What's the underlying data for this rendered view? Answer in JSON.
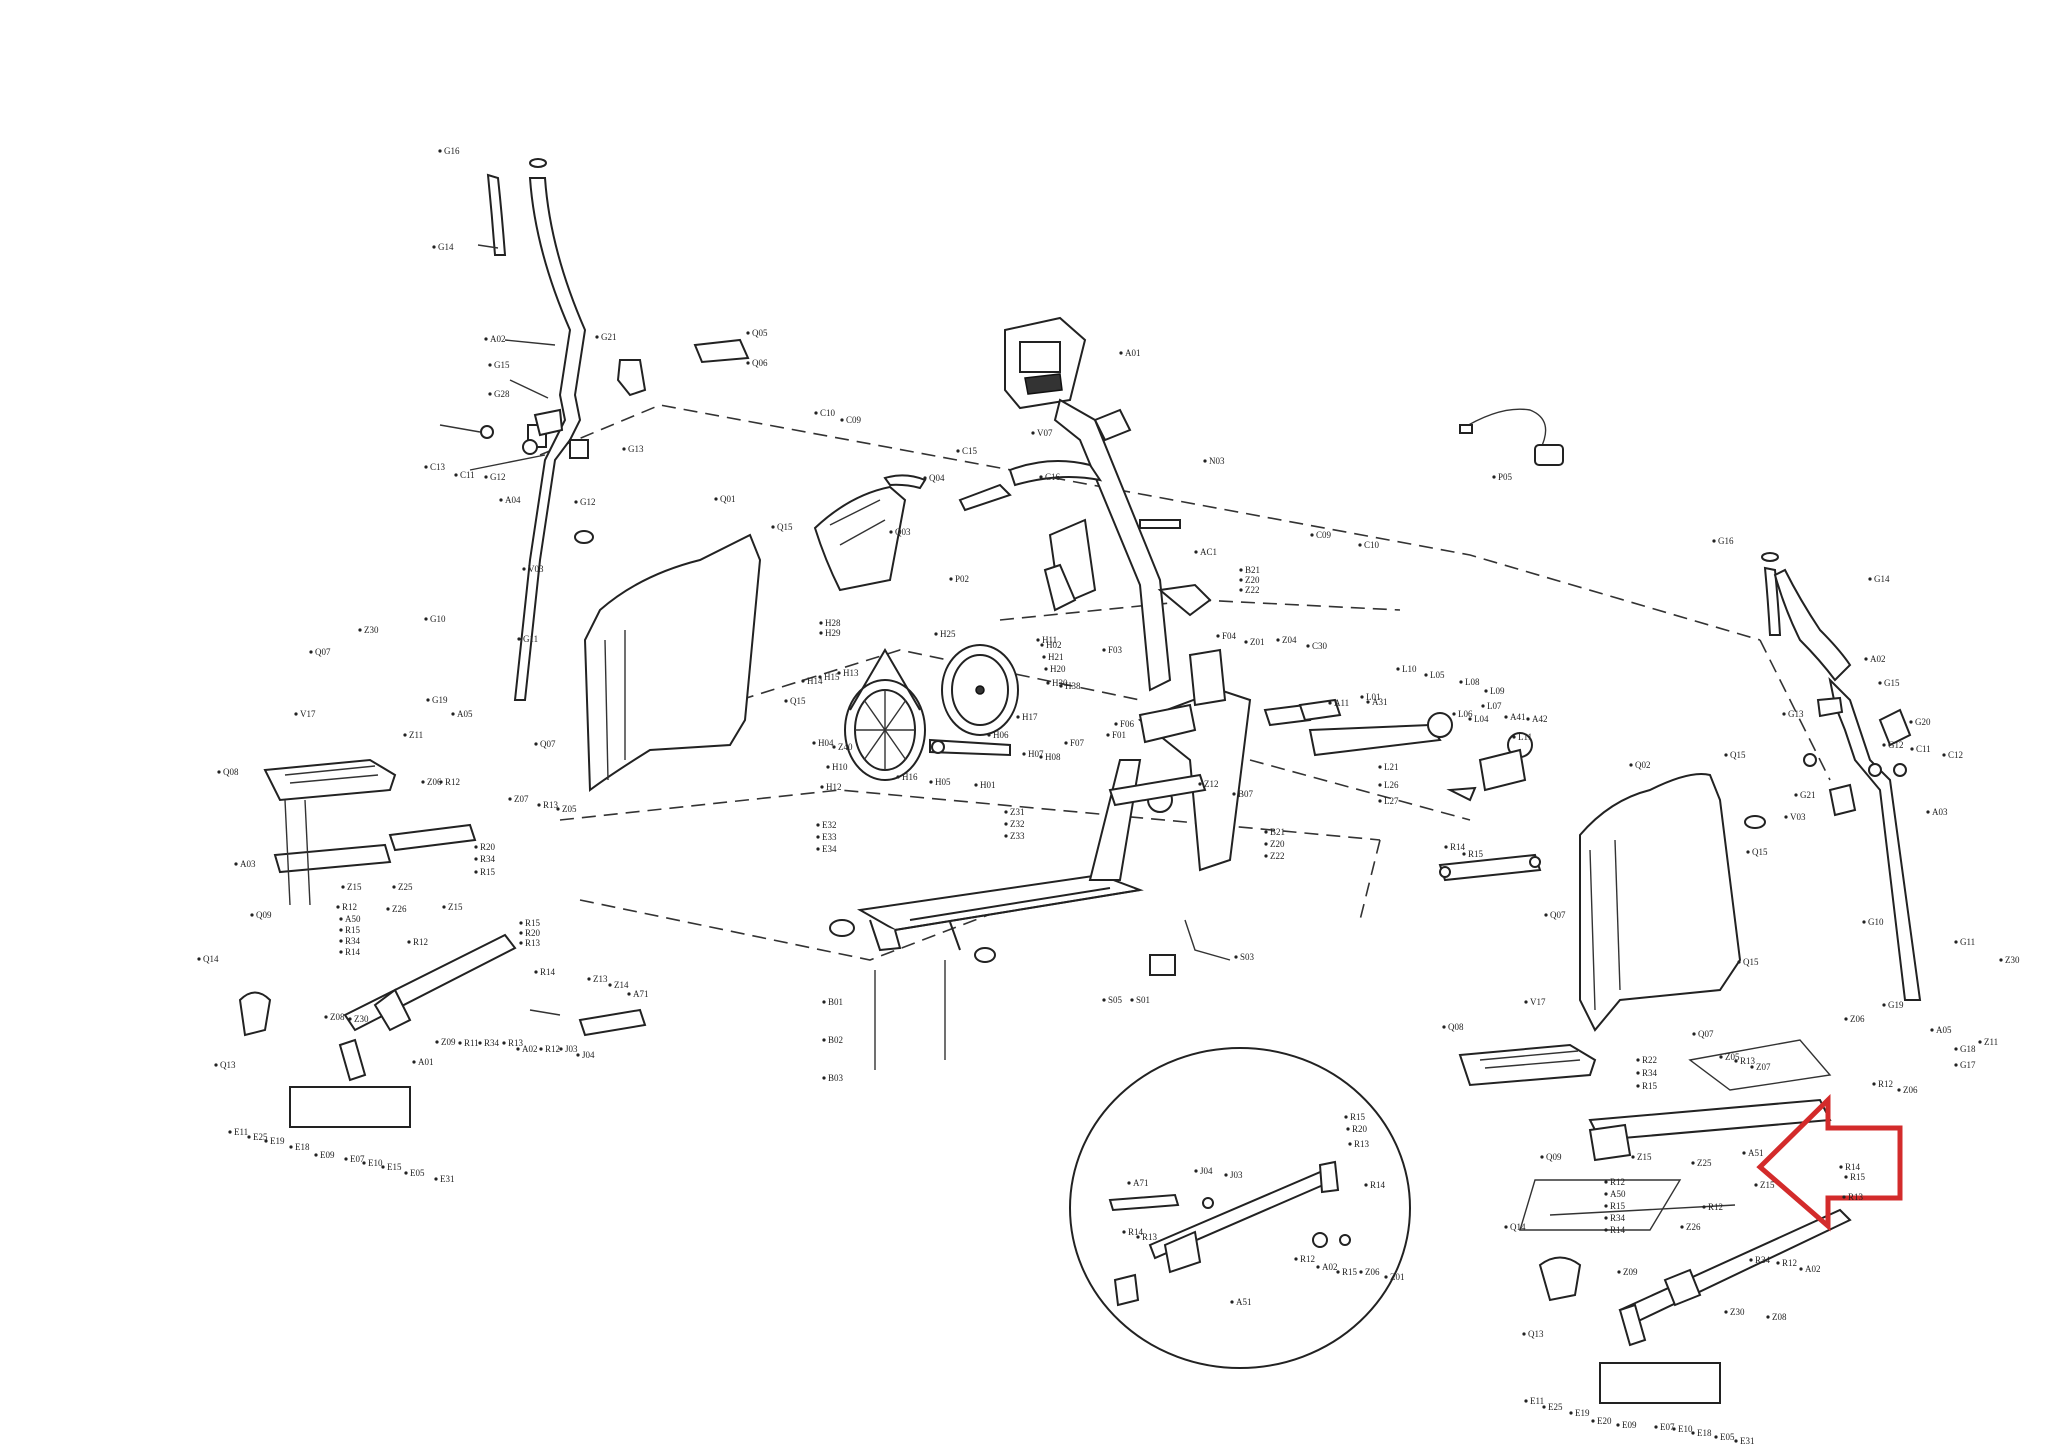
{
  "accent_color": "#d32b2b",
  "labels": {
    "g16_left": "G16",
    "g14_left": "G14",
    "a02": "A02",
    "g15_left": "G15",
    "g28": "G28",
    "g21": "G21",
    "q05": "Q05",
    "q06": "Q06",
    "c13": "C13",
    "c11": "C11",
    "g12_left": "G12",
    "g13_left": "G13",
    "a04": "A04",
    "g12b": "G12",
    "v03": "V03",
    "q01": "Q01",
    "q15_a": "Q15",
    "q04": "Q04",
    "q03": "Q03",
    "c15": "C15",
    "v07": "V07",
    "a01": "A01",
    "n03": "N03",
    "c10_a": "C10",
    "c09_a": "C09",
    "c16": "C16",
    "p05": "P05",
    "c09_b": "C09",
    "c10_b": "C10",
    "ac1": "AC1",
    "b21": "B21",
    "z20": "Z20",
    "z22": "Z22",
    "g10_left": "G10",
    "z30": "Z30",
    "g11_left": "G11",
    "q07_a": "Q07",
    "g19": "G19",
    "a05_left": "A05",
    "z11": "Z11",
    "q07_b": "Q07",
    "v17_left": "V17",
    "q08_left": "Q08",
    "z06_left": "Z06",
    "r12_a": "R12",
    "z07_left": "Z07",
    "r13_left": "R13",
    "z05_left": "Z05",
    "a03_left": "A03",
    "q09_left": "Q09",
    "r20_left": "R20",
    "r34_left": "R34",
    "r15_left": "R15",
    "z15_a": "Z15",
    "z25_a": "Z25",
    "r12_b": "R12",
    "a50_left": "A50",
    "r15b": "R15",
    "r34b": "R34",
    "r14_left": "R14",
    "z26": "Z26",
    "r12_c": "R12",
    "z15_b": "Z15",
    "q14_left": "Q14",
    "q13_left": "Q13",
    "r15_c": "R15",
    "r20_c": "R20",
    "r13_c": "R13",
    "z08": "Z08",
    "z30_b": "Z30",
    "r14_b": "R14",
    "z09": "Z09",
    "r11": "R11",
    "r34_c": "R34",
    "r13_b": "R13",
    "a02_b": "A02",
    "r12_d": "R12",
    "j03": "J03",
    "j04": "J04",
    "z13": "Z13",
    "z14": "Z14",
    "a71": "A71",
    "a01_left": "A01",
    "e11": "E11",
    "e25": "E25",
    "e19": "E19",
    "e18": "E18",
    "e09": "E09",
    "e07": "E07",
    "e10": "E10",
    "e15": "E15",
    "e05": "E05",
    "e31": "E31",
    "q15_b": "Q15",
    "e32": "E32",
    "e33": "E33",
    "e34": "E34",
    "z40": "Z40",
    "h11": "H11",
    "h28": "H28",
    "h29": "H29",
    "h25": "H25",
    "h21": "H21",
    "h20": "H20",
    "h30": "H30",
    "h38": "H38",
    "h04": "H04",
    "h05": "H05",
    "h06": "H06",
    "h16": "H16",
    "h02": "H02",
    "h01": "H01",
    "h17": "H17",
    "h15": "H15",
    "h13": "H13",
    "h14": "H14",
    "h12": "H12",
    "h10": "H10",
    "h07": "H07",
    "h08": "H08",
    "f03": "F03",
    "f04": "F04",
    "f01": "F01",
    "f06": "F06",
    "f07": "F07",
    "z31": "Z31",
    "z32": "Z32",
    "z33": "Z33",
    "p02": "P02",
    "b01": "B01",
    "b02": "B02",
    "b03": "B03",
    "l10": "L10",
    "l05": "L05",
    "l08": "L08",
    "l09": "L09",
    "l04": "L04",
    "l01": "L01",
    "l06": "L06",
    "l07": "L07",
    "l11": "L11",
    "a11": "A11",
    "a31": "A31",
    "z01": "Z01",
    "z04": "Z04",
    "c30": "C30",
    "a41": "A41",
    "a42": "A42",
    "l21": "L21",
    "l26": "L26",
    "l27": "L27",
    "r14_m": "R14",
    "r15_m": "R15",
    "z12": "Z12",
    "b07": "B07",
    "b21_b": "B21",
    "z20_b": "Z20",
    "z22_b": "Z22",
    "s03": "S03",
    "s05": "S05",
    "s01": "S01",
    "g16_right": "G16",
    "g14_right": "G14",
    "a02_right": "A02",
    "g15_right": "G15",
    "g20": "G20",
    "g13_right": "G13",
    "g12_right": "G12",
    "c11_r": "C11",
    "c12": "C12",
    "q15_c": "Q15",
    "q02": "Q02",
    "v03_r": "V03",
    "q15_d": "Q15",
    "a03_right": "A03",
    "g21_r": "G21",
    "q07_c": "Q07",
    "q15_e": "Q15",
    "g10_right": "G10",
    "g11_right": "G11",
    "z30_r": "Z30",
    "v17_right": "V17",
    "q08_right": "Q08",
    "z06_r": "Z06",
    "g19_r": "G19",
    "a05_right": "A05",
    "g18": "G18",
    "z11_r": "Z11",
    "g17": "G17",
    "q07_d": "Q07",
    "r22": "R22",
    "r34_r": "R34",
    "r15_r": "R15",
    "z05_r": "Z05",
    "r13_r": "R13",
    "z07_r": "Z07",
    "r12_r": "R12",
    "z06_rb": "Z06",
    "q09_r": "Q09",
    "z15_r": "Z15",
    "a51": "A51",
    "z25_r": "Z25",
    "r12_rb": "R12",
    "a50_r": "A50",
    "r15_rb": "R15",
    "r34_rb": "R34",
    "r14_r": "R14",
    "z26_r": "Z26",
    "r12_rc": "R12",
    "z15_rb": "Z15",
    "r14_rb": "R14",
    "r13_rb": "R13",
    "r15_rc": "R15",
    "q14_r": "Q14",
    "q13_r": "Q13",
    "z09_r": "Z09",
    "r34_rc": "R34",
    "r12_rd": "R12",
    "a02_rb": "A02",
    "z30_rb": "Z30",
    "z08_r": "Z08",
    "e11_r": "E11",
    "e25_r": "E25",
    "e19_r": "E19",
    "e20_r": "E20",
    "e09_r": "E09",
    "e07_r": "E07",
    "e10_r": "E10",
    "e18_r": "E18",
    "e05_r": "E05",
    "e31_r": "E31",
    "d_r15": "R15",
    "d_r20": "R20",
    "d_r13": "R13",
    "d_a71": "A71",
    "d_j04": "J04",
    "d_j03": "J03",
    "d_r14": "R14",
    "d_r14b": "R14",
    "d_r13b": "R13",
    "d_r12": "R12",
    "d_a02": "A02",
    "d_r15b": "R15",
    "d_z06": "Z06",
    "d_z01": "Z01",
    "d_a51": "A51"
  }
}
